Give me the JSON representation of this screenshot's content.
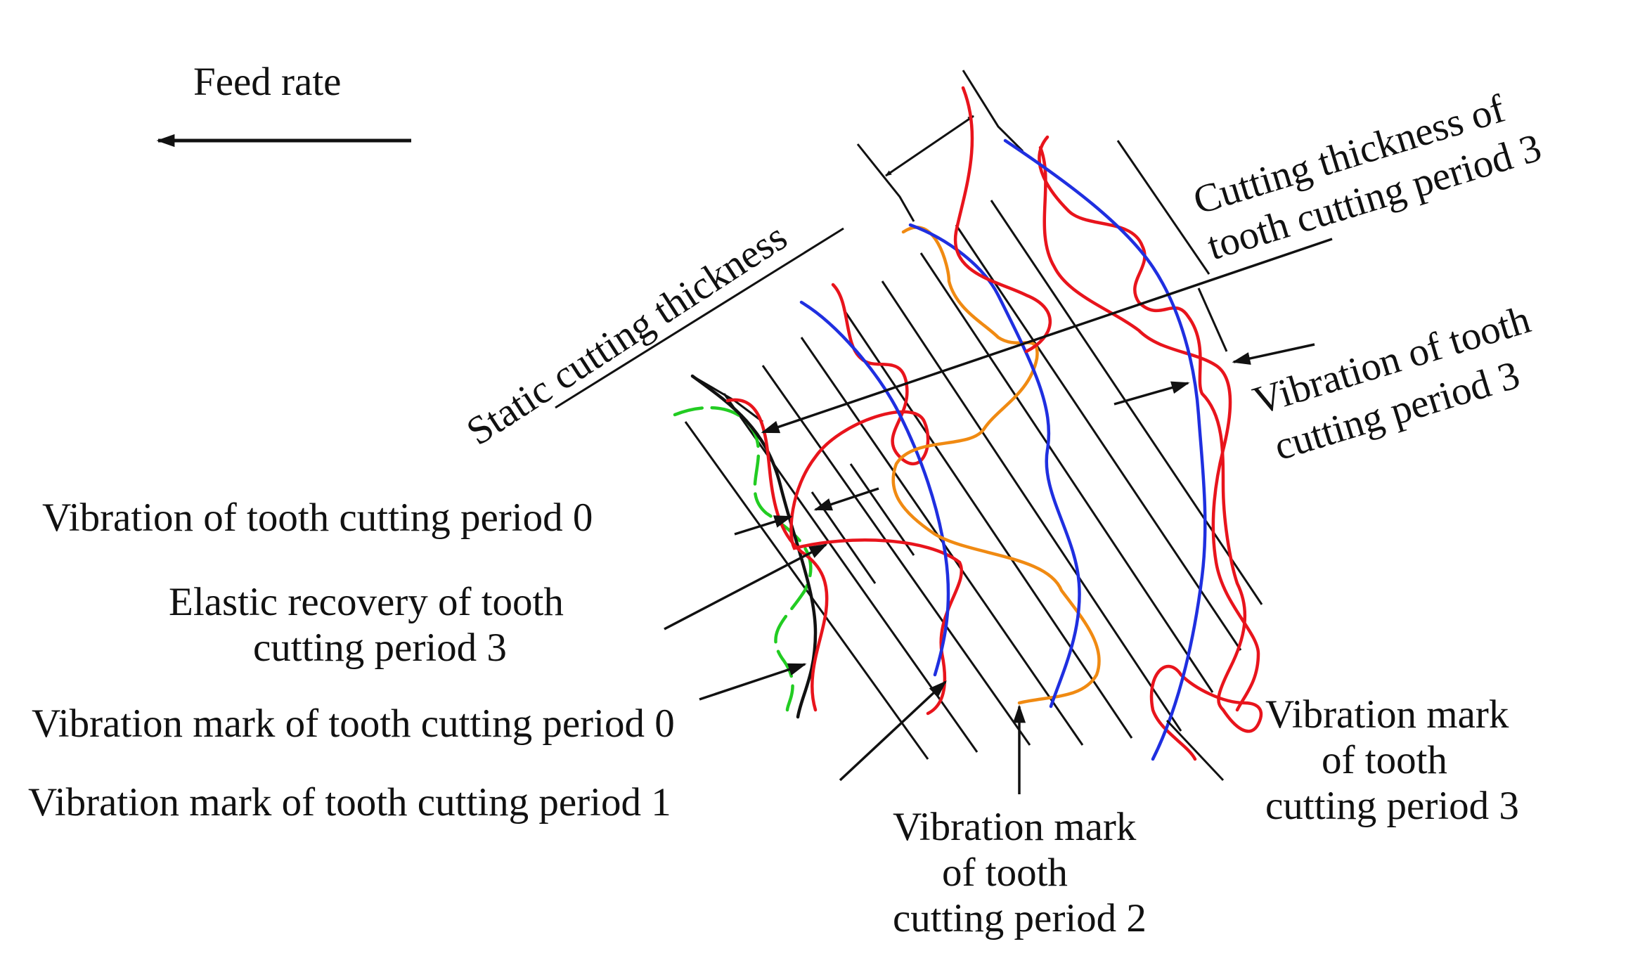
{
  "labels": {
    "feed_rate": "Feed rate",
    "static_cutting_thickness": "Static cutting thickness",
    "cutting_thickness_p3_line1": "Cutting thickness of",
    "cutting_thickness_p3_line2": "tooth cutting period 3",
    "vibration_p3_line1": "Vibration of tooth",
    "vibration_p3_line2": "cutting period 3",
    "vibration_p0": "Vibration of tooth cutting period 0",
    "elastic_recovery_line1": "Elastic recovery of tooth",
    "elastic_recovery_line2": "cutting period 3",
    "mark_p0": "Vibration mark of tooth cutting period 0",
    "mark_p1": "Vibration mark of tooth cutting period 1",
    "mark_p2_line1": "Vibration mark",
    "mark_p2_line2": "of tooth",
    "mark_p2_line3": "cutting period 2",
    "mark_p3_line1": "Vibration mark",
    "mark_p3_line2": "of tooth",
    "mark_p3_line3": "cutting period 3"
  },
  "colors": {
    "ink": "#111111",
    "red": "#e8141c",
    "blue": "#1f2fe0",
    "orange": "#f08a12",
    "green": "#22cc22"
  }
}
